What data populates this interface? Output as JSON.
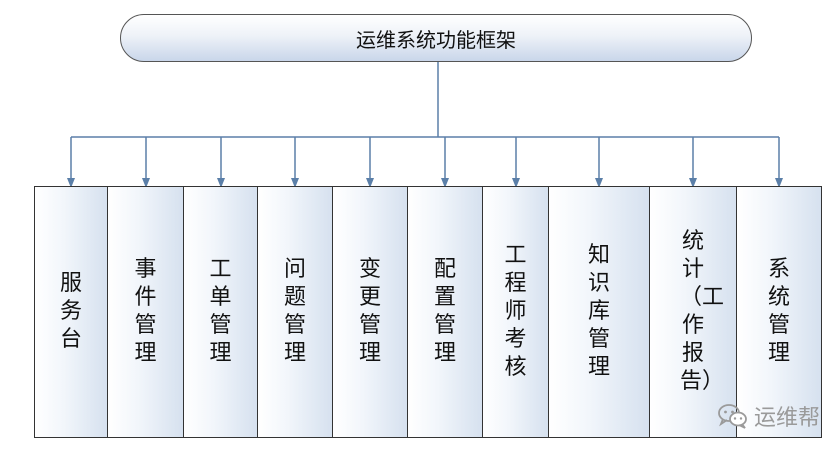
{
  "title": "运维系统功能框架",
  "modules": [
    {
      "label": "服务台"
    },
    {
      "label": "事件管理"
    },
    {
      "label": "工单管理"
    },
    {
      "label": "问题管理"
    },
    {
      "label": "变更管理"
    },
    {
      "label": "配置管理"
    },
    {
      "label": "工程师考核"
    },
    {
      "label": "知识库管理"
    },
    {
      "label": "统计（工作报告）"
    },
    {
      "label": "系统管理"
    }
  ],
  "watermark": {
    "text": "运维帮",
    "icon": "wechat-icon"
  },
  "colors": {
    "connector": "#5b7fa8",
    "border": "#333333"
  }
}
